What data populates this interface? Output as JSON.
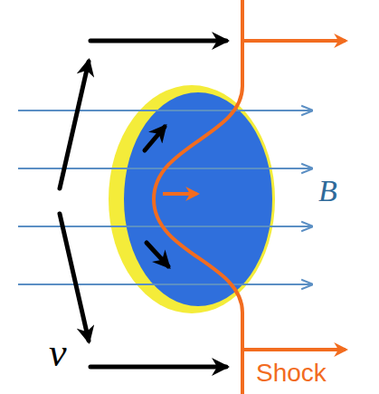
{
  "diagram": {
    "labels": [
      "B",
      "v",
      "Shock"
    ]
  }
}
